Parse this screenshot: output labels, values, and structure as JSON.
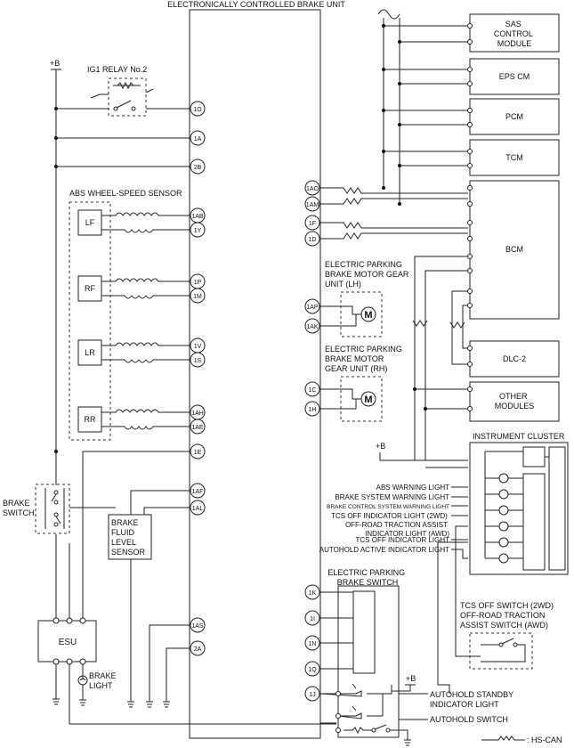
{
  "title": "ELECTRONICALLY CONTROLLED BRAKE UNIT",
  "power": {
    "left": "+B",
    "cluster": "+B",
    "autohold": "+B"
  },
  "relay_label": "IG1 RELAY No.2",
  "abs_sensor_label": "ABS WHEEL-SPEED SENSOR",
  "wheels": [
    "LF",
    "RF",
    "LR",
    "RR"
  ],
  "ecbu_pins": [
    "1O",
    "1A",
    "2B",
    "1AB",
    "1Y",
    "1P",
    "1M",
    "1V",
    "1S",
    "1AH",
    "1AE",
    "1E",
    "1AF",
    "1AL",
    "1AS",
    "2A",
    "1AO",
    "1AM",
    "1F",
    "1D",
    "1AP",
    "1AK",
    "1C",
    "1H",
    "1K",
    "1I",
    "1N",
    "1Q",
    "1J"
  ],
  "brake_switch": "BRAKE\nSWITCH",
  "brake_fluid": "BRAKE\nFLUID\nLEVEL\nSENSOR",
  "esu": "ESU",
  "brake_light": "BRAKE\nLIGHT",
  "modules": [
    "SAS\nCONTROL\nMODULE",
    "EPS CM",
    "PCM",
    "TCM",
    "BCM",
    "DLC-2",
    "OTHER\nMODULES"
  ],
  "epb_motor_lh": "ELECTRIC PARKING\nBRAKE MOTOR GEAR\nUNIT (LH)",
  "epb_motor_rh": "ELECTRIC PARKING\nBRAKE MOTOR\nGEAR UNIT (RH)",
  "motor_symbol": "M",
  "cluster": "INSTRUMENT CLUSTER",
  "cluster_lights": [
    "ABS WARNING LIGHT",
    "BRAKE SYSTEM WARNING LIGHT",
    "BRAKE CONTROL SYSTEM WARNING LIGHT",
    "TCS OFF INDICATOR LIGHT (2WD)\nOFF-ROAD TRACTION ASSIST\nINDICATOR LIGHT (AWD)",
    "TCS OFF INDICATOR LIGHT",
    "AUTOHOLD ACTIVE INDICATOR LIGHT"
  ],
  "epb_switch": "ELECTRIC PARKING\nBRAKE SWITCH",
  "tcs_switch": "TCS OFF SWITCH (2WD)\nOFF-ROAD TRACTION\nASSIST SWITCH (AWD)",
  "autohold_standby": "AUTOHOLD STANDBY\nINDICATOR LIGHT",
  "autohold_switch": "AUTOHOLD SWITCH",
  "legend": ": HS-CAN"
}
